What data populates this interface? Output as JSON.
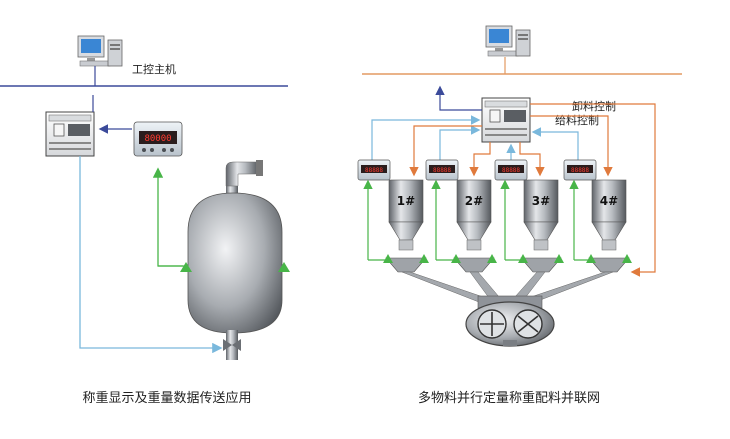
{
  "left_panel": {
    "host_label": "工控主机",
    "indicator_display": "80000",
    "caption": "称重显示及重量数据传送应用"
  },
  "right_panel": {
    "discharge_label": "卸料控制",
    "feed_label": "给料控制",
    "bins": [
      {
        "label": "1#",
        "indicator_display": "88888"
      },
      {
        "label": "2#",
        "indicator_display": "88888"
      },
      {
        "label": "3#",
        "indicator_display": "88888"
      },
      {
        "label": "4#",
        "indicator_display": "88888"
      }
    ],
    "caption": "多物料并行定量称重配料并联网"
  },
  "colors": {
    "network_line_left": "#3b4a9a",
    "network_line_right": "#e39a62",
    "signal_blue": "#7ab8dc",
    "signal_green": "#48b548",
    "control_orange": "#e07a3c",
    "steel": "#8f9399"
  }
}
